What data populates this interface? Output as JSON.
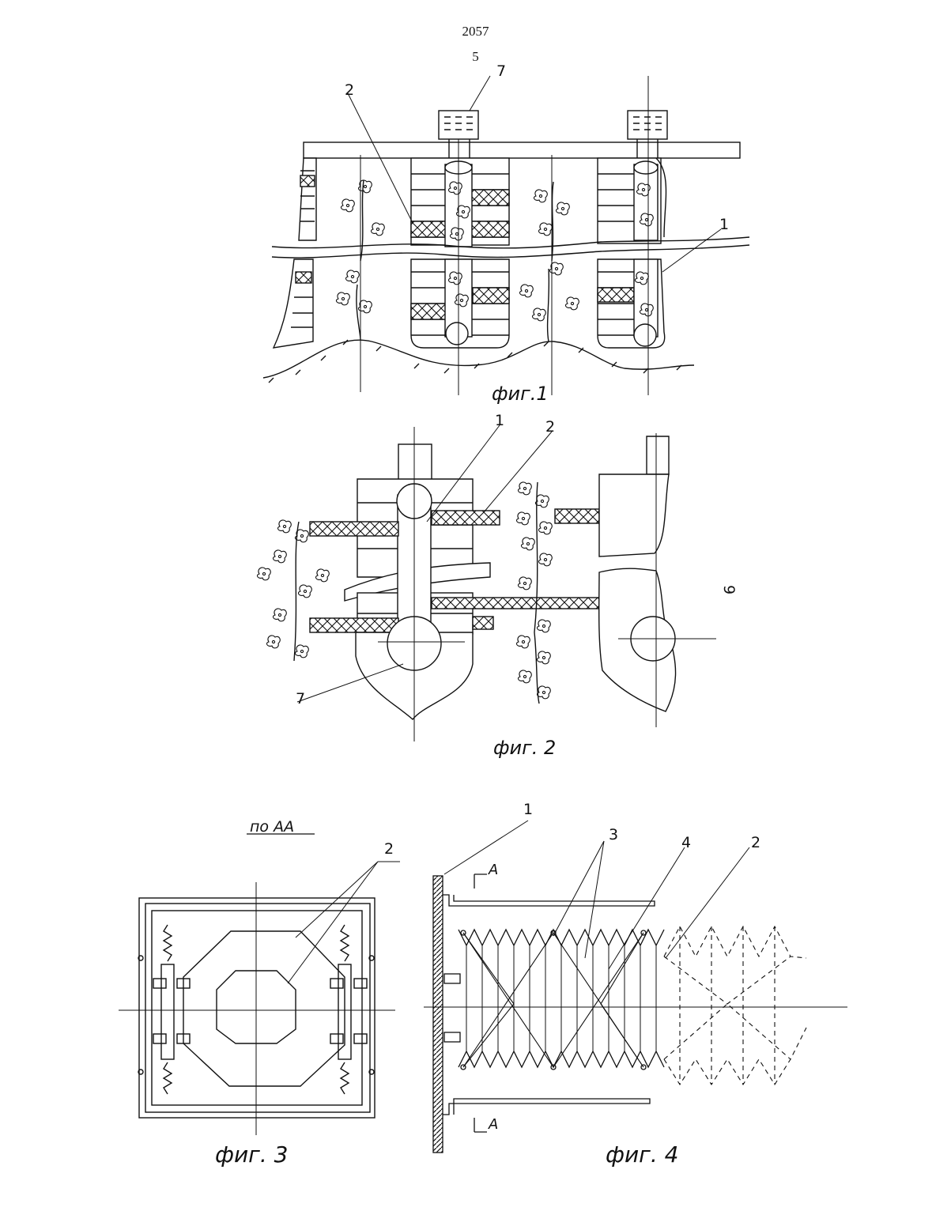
{
  "header": {
    "doc_number": "2057",
    "page_number": "5"
  },
  "fig1": {
    "caption": "фиг.1",
    "label_1": "1",
    "label_2": "2",
    "label_7": "7"
  },
  "fig2": {
    "caption": "фиг. 2",
    "label_1": "1",
    "label_2": "2",
    "label_7": "7",
    "side_mark": "9"
  },
  "fig3": {
    "caption": "фиг. 3",
    "section_title": "по АА",
    "label_2": "2"
  },
  "fig4": {
    "caption": "фиг. 4",
    "label_1": "1",
    "label_2": "2",
    "label_3": "3",
    "label_4": "4",
    "section_mark": "А"
  }
}
